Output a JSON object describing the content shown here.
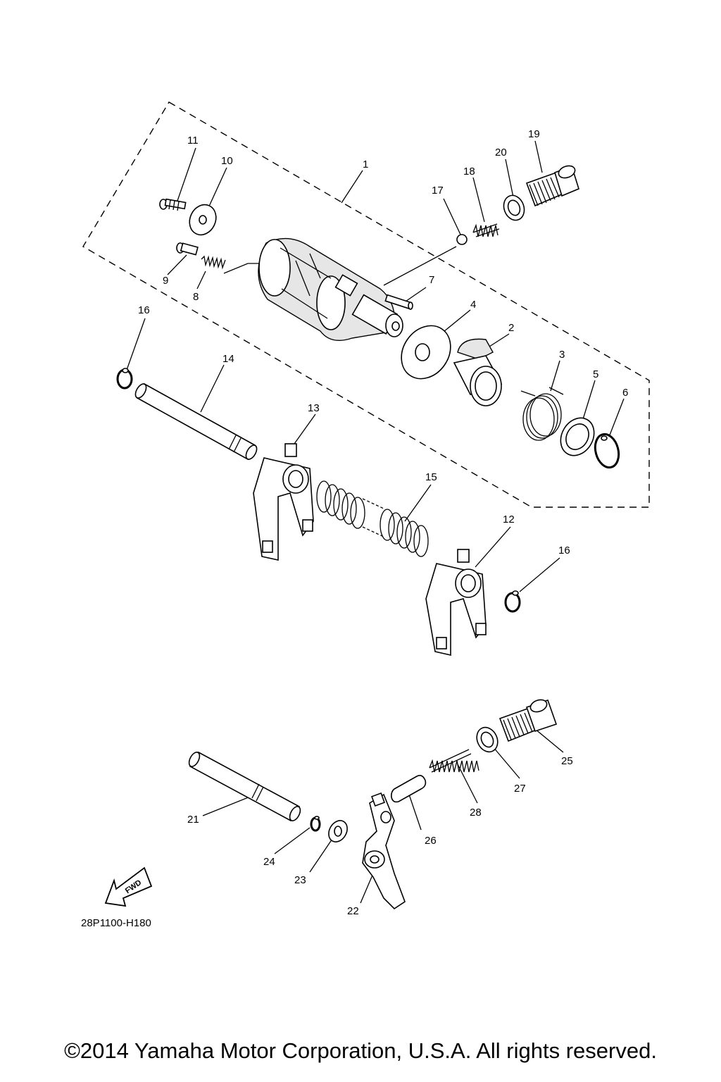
{
  "diagram": {
    "code": "28P1100-H180",
    "fwd_label": "FWD",
    "part_labels": [
      "1",
      "2",
      "3",
      "4",
      "5",
      "6",
      "7",
      "8",
      "9",
      "10",
      "11",
      "12",
      "13",
      "14",
      "15",
      "16",
      "16",
      "17",
      "18",
      "19",
      "20",
      "21",
      "22",
      "23",
      "24",
      "25",
      "26",
      "27",
      "28"
    ]
  },
  "footer": {
    "copyright": "©2014 Yamaha Motor Corporation, U.S.A. All rights reserved."
  }
}
